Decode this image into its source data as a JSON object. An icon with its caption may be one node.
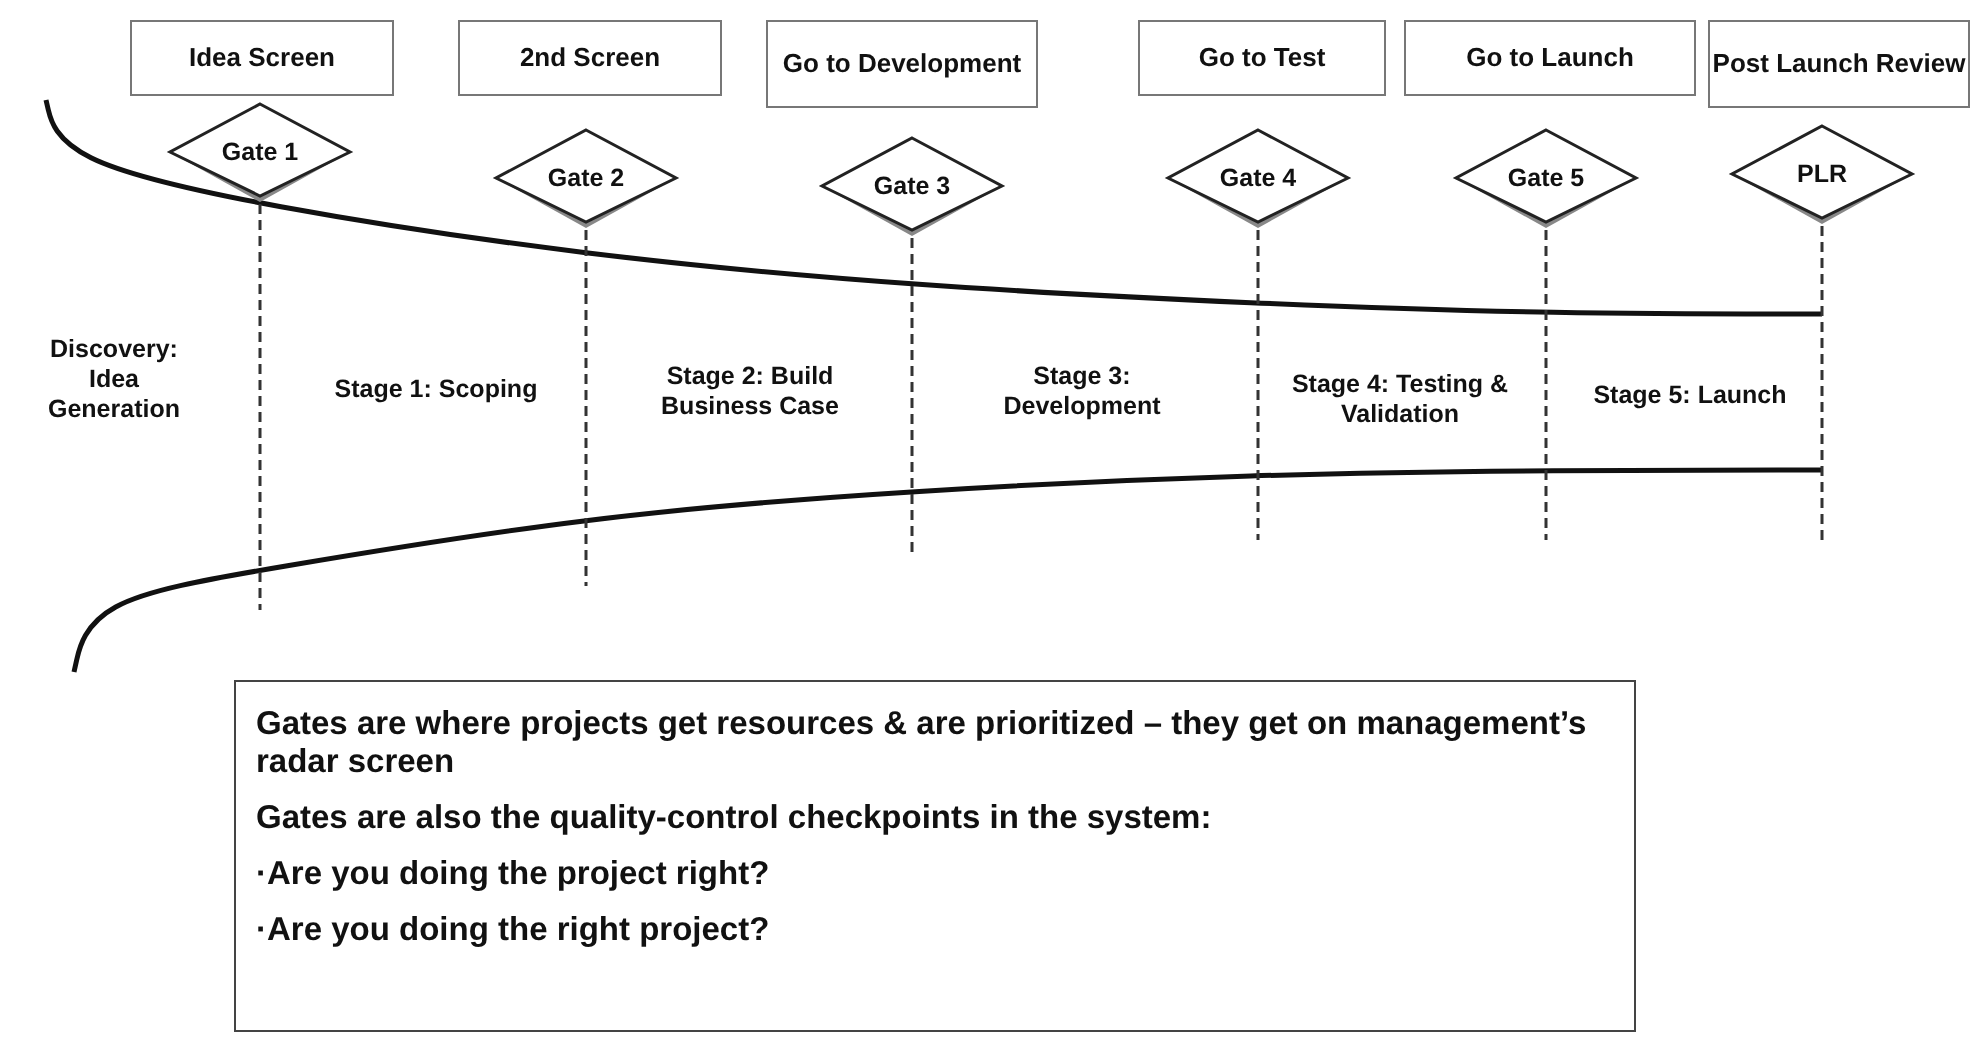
{
  "diagram": {
    "nodes": [
      {
        "text": [
          "Idea Screen"
        ]
      },
      {
        "text": [
          "2nd Screen"
        ]
      },
      {
        "text": [
          "Go to Development"
        ]
      },
      {
        "text": [
          "Go to Test"
        ]
      },
      {
        "text": [
          "Go to Launch"
        ]
      },
      {
        "text": [
          "Post Launch Review"
        ]
      },
      {
        "text": [
          "Gate 1"
        ]
      },
      {
        "text": [
          "Gate 2"
        ]
      },
      {
        "text": [
          "Gate 3"
        ]
      },
      {
        "text": [
          "Gate 4"
        ]
      },
      {
        "text": [
          "Gate 5"
        ]
      },
      {
        "text": [
          "PLR"
        ]
      },
      {
        "text": [
          "Gates are where projects get resources & are prioritized – they get on management’s radar screen",
          "Gates are also the quality-control checkpoints in the system:",
          "·Are you doing the project right?",
          "·Are you doing the right project?"
        ]
      }
    ],
    "edges": [],
    "labels": [
      "Discovery: Idea Generation",
      "Stage 1: Scoping",
      "Stage 2: Build Business Case",
      "Stage 3: Development",
      "Stage 4: Testing & Validation",
      "Stage 5: Launch"
    ]
  }
}
